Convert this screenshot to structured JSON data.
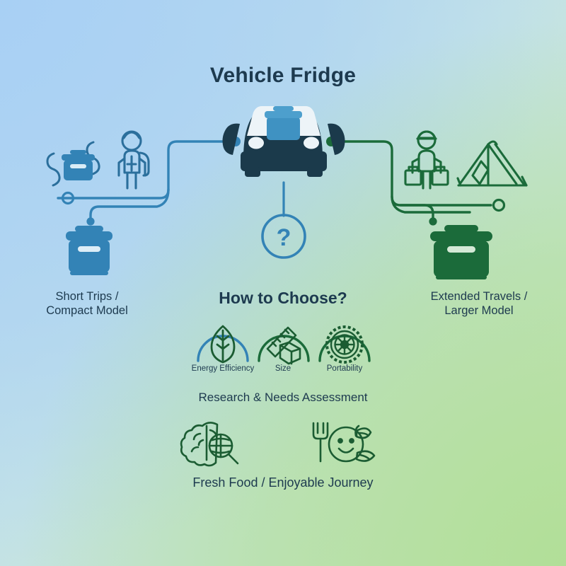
{
  "page": {
    "title": "Vehicle Fridge",
    "background_top_left": "#b7d7f2",
    "background_bottom_right": "#cbe8bd"
  },
  "colors": {
    "blue": "#3383b6",
    "blue_dark": "#2b6f9c",
    "green": "#1b6b3a",
    "green_dark": "#175c32",
    "navy": "#1d3a4f",
    "car_body": "#1b3a4b",
    "fridge_blue": "#3f92c2"
  },
  "center": {
    "car_icon": "car-with-fridge-icon",
    "question_node": "?",
    "how_to_choose_title": "How to Choose?"
  },
  "left_branch": {
    "label": "Short Trips /\nCompact Model",
    "accent": "#3383b6",
    "icons": [
      "portable-fridge-icon",
      "backpacker-icon",
      "compact-cooler-icon"
    ]
  },
  "right_branch": {
    "label": "Extended Travels /\nLarger Model",
    "accent": "#1b6b3a",
    "icons": [
      "camper-with-bags-icon",
      "tent-icon",
      "large-cooler-icon"
    ]
  },
  "criteria": [
    {
      "label": "Energy Efficiency",
      "icon": "leaf-icon",
      "accent": "#3383b6"
    },
    {
      "label": "Size",
      "icon": "ruler-box-icon",
      "accent": "#1b6b3a"
    },
    {
      "label": "Portability",
      "icon": "tire-wheel-icon",
      "accent": "#1b6b3a"
    }
  ],
  "steps": [
    {
      "label": "Research & Needs Assessment"
    },
    {
      "label": "Fresh Food / Enjoyable Journey"
    }
  ],
  "bottom_icons": [
    {
      "name": "brain-magnifier-icon"
    },
    {
      "name": "smiling-food-icon"
    }
  ]
}
